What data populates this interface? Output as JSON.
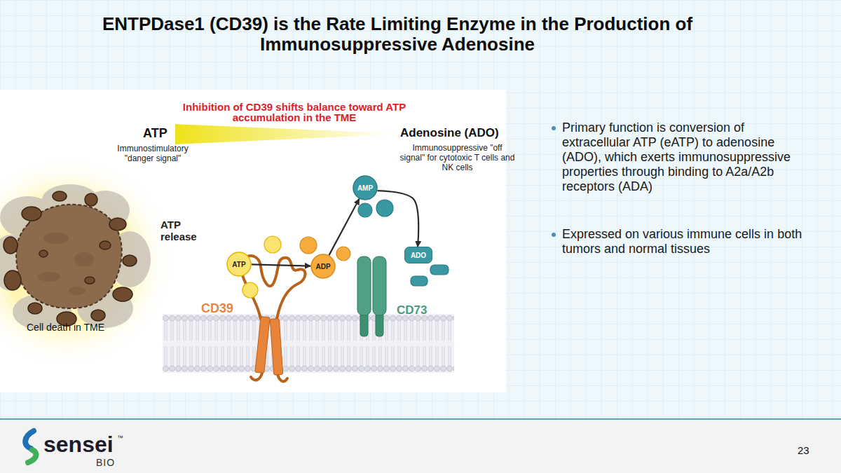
{
  "diagram": {
    "title": "ENTPDase1 (CD39) is the Rate Limiting Enzyme in the Production of Immunosuppressive Adenosine",
    "nodes": [
      {
        "text": [
          "ATP"
        ]
      },
      {
        "text": [
          "ADP"
        ]
      },
      {
        "text": [
          "AMP"
        ]
      },
      {
        "text": [
          "ADO"
        ]
      }
    ],
    "edges": [
      {
        "from": 0,
        "to": 1,
        "arrow": "to"
      },
      {
        "from": 1,
        "to": 2,
        "arrow": "to"
      },
      {
        "from": 2,
        "to": 3,
        "arrow": "to"
      }
    ],
    "labels": [
      "Inhibition of CD39 shifts balance toward ATP accumulation in the TME",
      "ATP",
      "Immunostimulatory \"danger signal\"",
      "Adenosine (ADO)",
      "Immunosuppressive \"off signal\" for cytotoxic T cells and NK cells",
      "ATP release",
      "Cell death in TME",
      "CD39",
      "CD73",
      "Primary function is conversion of extracellular ATP (eATP) to adenosine (ADO), which exerts immunosuppressive properties through binding to A2a/A2b receptors (ADA)",
      "Expressed on various immune cells in both tumors and normal tissues",
      "sensei",
      "™",
      "BIO",
      "23"
    ]
  }
}
